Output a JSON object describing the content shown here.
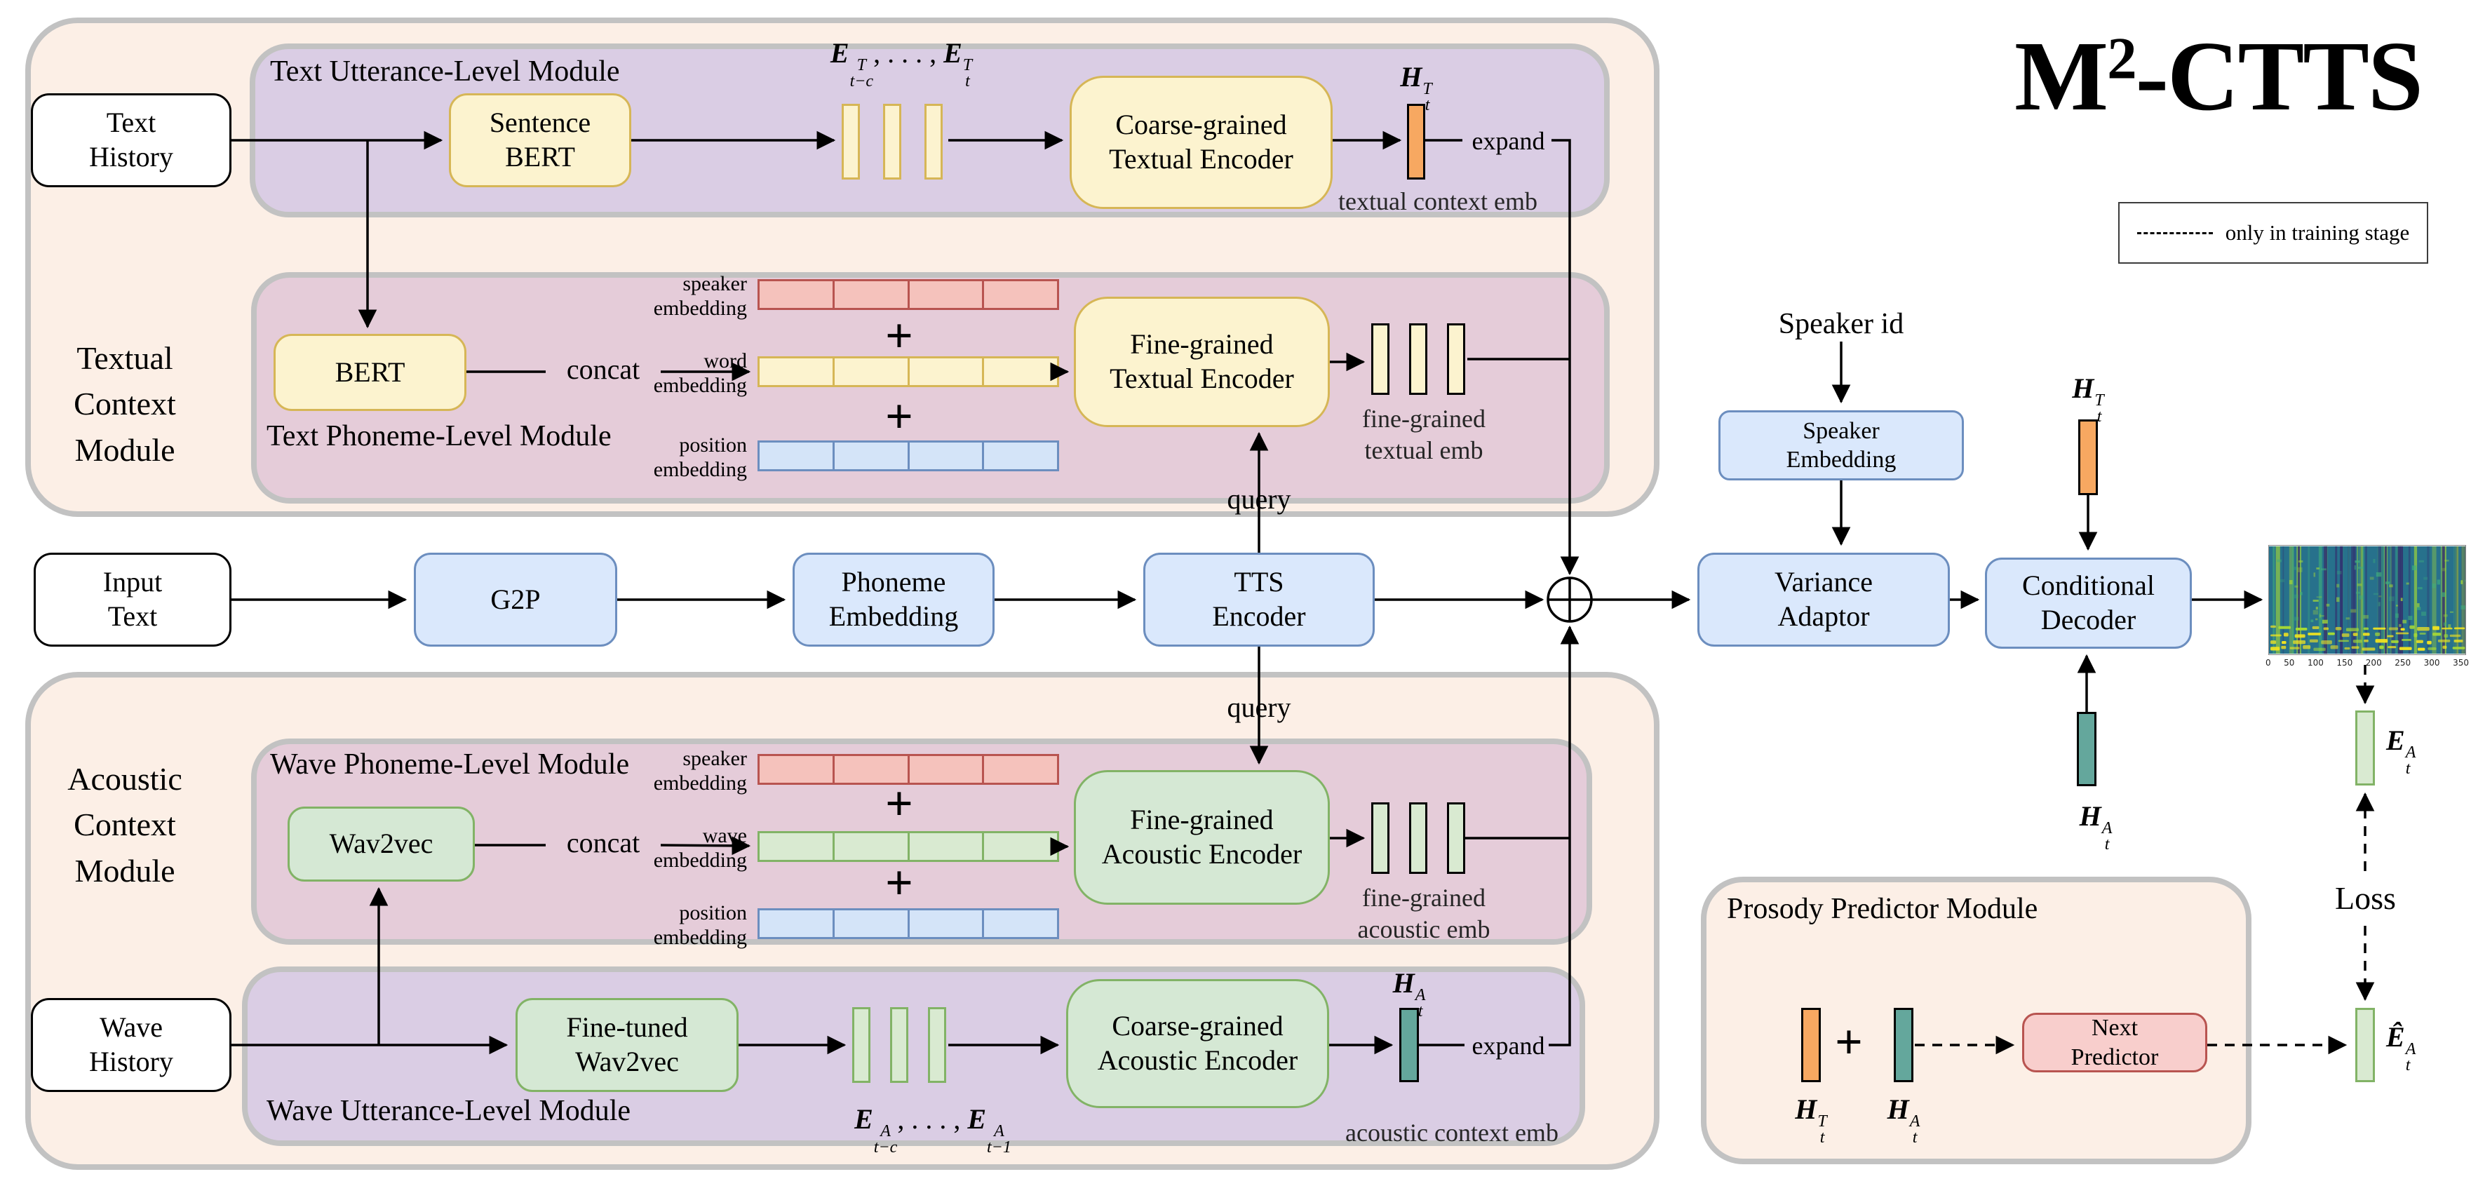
{
  "title": {
    "m": "M",
    "sup": "2",
    "rest": "-CTTS"
  },
  "legend": {
    "text": "only in training stage"
  },
  "side_labels": {
    "textual": [
      "Textual",
      "Context",
      "Module"
    ],
    "acoustic": [
      "Acoustic",
      "Context",
      "Module"
    ]
  },
  "module_titles": {
    "text_utterance": "Text Utterance-Level Module",
    "text_phoneme": "Text Phoneme-Level Module",
    "wave_phoneme": "Wave Phoneme-Level Module",
    "wave_utterance": "Wave Utterance-Level Module",
    "prosody": "Prosody Predictor Module"
  },
  "boxes": {
    "text_history": [
      "Text",
      "History"
    ],
    "sentence_bert": [
      "Sentence",
      "BERT"
    ],
    "coarse_textual": [
      "Coarse-grained",
      "Textual Encoder"
    ],
    "bert": [
      "BERT"
    ],
    "fine_textual": [
      "Fine-grained",
      "Textual Encoder"
    ],
    "input_text": [
      "Input",
      "Text"
    ],
    "g2p": [
      "G2P"
    ],
    "phoneme_embedding": [
      "Phoneme",
      "Embedding"
    ],
    "tts_encoder": [
      "TTS",
      "Encoder"
    ],
    "variance_adaptor": [
      "Variance",
      "Adaptor"
    ],
    "conditional_decoder": [
      "Conditional",
      "Decoder"
    ],
    "speaker_embedding": [
      "Speaker",
      "Embedding"
    ],
    "wav2vec": [
      "Wav2vec"
    ],
    "fine_acoustic": [
      "Fine-grained",
      "Acoustic Encoder"
    ],
    "wave_history": [
      "Wave",
      "History"
    ],
    "fine_tuned_wav2vec": [
      "Fine-tuned",
      "Wav2vec"
    ],
    "coarse_acoustic": [
      "Coarse-grained",
      "Acoustic Encoder"
    ],
    "next_predictor": [
      "Next",
      "Predictor"
    ]
  },
  "row_labels": {
    "speaker": [
      "speaker",
      "embedding"
    ],
    "word": [
      "word",
      "embedding"
    ],
    "position": [
      "position",
      "embedding"
    ],
    "wave": [
      "wave",
      "embedding"
    ]
  },
  "flow_labels": {
    "concat": "concat",
    "query": "query",
    "expand": "expand",
    "plus": "+",
    "speaker_id": "Speaker id",
    "loss": "Loss"
  },
  "captions": {
    "textual_context_emb": "textual context emb",
    "fine_textual_emb": [
      "fine-grained",
      "textual emb"
    ],
    "fine_acoustic_emb": [
      "fine-grained",
      "acoustic emb"
    ],
    "acoustic_context_emb": "acoustic context emb"
  },
  "math": {
    "e_seq_t": [
      {
        "b": "E",
        "sup": "T",
        "sub": "t−c"
      },
      {
        "t": ", . . . , "
      },
      {
        "b": "E",
        "sup": "T",
        "sub": "t"
      }
    ],
    "h_t_T": [
      {
        "b": "H",
        "sup": "T",
        "sub": "t"
      }
    ],
    "h_t_A": [
      {
        "b": "H",
        "sup": "A",
        "sub": "t"
      }
    ],
    "e_seq_a": [
      {
        "b": "E",
        "sup": "A",
        "sub": "t−c"
      },
      {
        "t": ", . . . , "
      },
      {
        "b": "E",
        "sup": "A",
        "sub": "t−1"
      }
    ],
    "e_t_A": [
      {
        "b": "E",
        "sup": "A",
        "sub": "t"
      }
    ],
    "e_hat_t_A": [
      {
        "b": "Ê",
        "sup": "A",
        "sub": "t"
      }
    ]
  },
  "colors": {
    "container_peach": "#fcefe6",
    "container_purple_utterance": "#dacde4",
    "container_purple_phoneme": "#e5ccd9",
    "box_yellow": "#fcf3cf",
    "box_blue": "#dae8fc",
    "box_green": "#d5e8d4",
    "box_red": "#f8cecc",
    "bar_orange": "#f7a861",
    "bar_teal": "#64a79c",
    "bar_red": "#f5c2bc",
    "bar_blue": "#d4e4f8",
    "bar_green": "#d9ead1",
    "border_gray": "#c2c2c2"
  },
  "spectrogram": {
    "ticks": [
      "0",
      "50",
      "100",
      "150",
      "200",
      "250",
      "300",
      "350"
    ],
    "palette": [
      "#27718c",
      "#332d6e",
      "#3fae7c",
      "#a8db34",
      "#f2e41f"
    ]
  }
}
